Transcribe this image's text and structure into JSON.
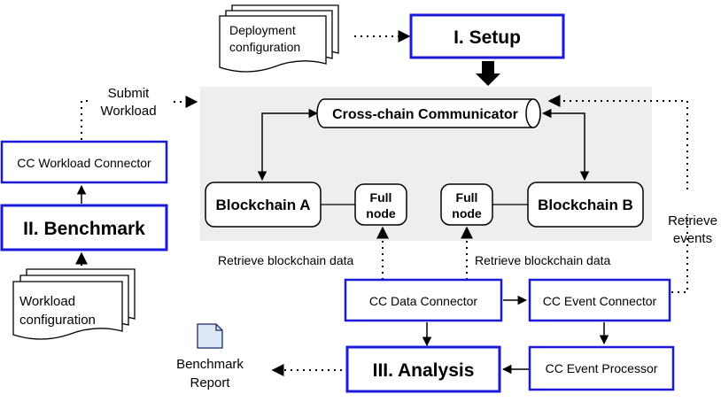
{
  "deployment_config": {
    "line1": "Deployment",
    "line2": "configuration"
  },
  "setup": {
    "label": "I. Setup"
  },
  "submit_workload": {
    "line1": "Submit",
    "line2": "Workload"
  },
  "cc_communicator": {
    "label": "Cross-chain Communicator"
  },
  "workload_connector": {
    "label": "CC Workload Connector"
  },
  "benchmark": {
    "label": "II. Benchmark"
  },
  "blockchain_a": {
    "label": "Blockchain A"
  },
  "blockchain_b": {
    "label": "Blockchain B"
  },
  "full_node_a": {
    "line1": "Full",
    "line2": "node"
  },
  "full_node_b": {
    "line1": "Full",
    "line2": "node"
  },
  "retrieve_events": {
    "line1": "Retrieve",
    "line2": "events"
  },
  "retrieve_data_left": {
    "label": "Retrieve blockchain data"
  },
  "retrieve_data_right": {
    "label": "Retrieve blockchain data"
  },
  "workload_config": {
    "line1": "Workload",
    "line2": "configuration"
  },
  "data_connector": {
    "label": "CC Data Connector"
  },
  "event_connector": {
    "label": "CC Event Connector"
  },
  "analysis": {
    "label": "III. Analysis"
  },
  "event_processor": {
    "label": "CC Event Processor"
  },
  "benchmark_report": {
    "line1": "Benchmark",
    "line2": "Report"
  },
  "colors": {
    "blue_border": "#1a1adb",
    "panel_bg": "#eeeeee",
    "doc_icon": "#dce6f5"
  }
}
